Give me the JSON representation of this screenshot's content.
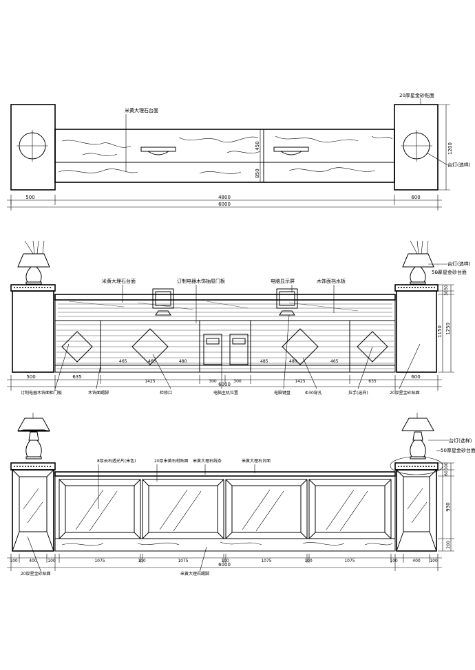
{
  "plan": {
    "labels": {
      "marble_top": "米黄大理石台面",
      "granite_side": "20厚星金砂贴面",
      "lamp": "台灯(选样)"
    },
    "dims_bottom": [
      "500",
      "4800",
      "600"
    ],
    "total": "6000",
    "dims_right": [
      "450",
      "1200",
      "850"
    ]
  },
  "front": {
    "labels": {
      "lamp": "台灯(选样)",
      "granite_top": "50厚星金砂台面",
      "marble_top": "米黄大理石台面",
      "custom_door": "订制电器木饰抽屉门板",
      "monitor": "电脑显示屏",
      "wood_baseboard_top": "木饰面挡水板"
    },
    "bottom_labels": [
      "订制电器木饰面柜门板",
      "木饰面踢脚",
      "检修口",
      "电脑主机位置",
      "电脑键盘",
      "Ф30穿孔",
      "拉手(选样)",
      "20厚星金砂贴面"
    ],
    "dims_bottom": [
      "500",
      "635",
      "1425",
      "300",
      "300",
      "1425",
      "635",
      "600"
    ],
    "inner_dims": [
      "465",
      "465",
      "480",
      "485",
      "480",
      "465"
    ],
    "total": "6000",
    "dims_right": [
      "50",
      "30",
      "1150",
      "1250"
    ]
  },
  "rear": {
    "labels": {
      "stone": "8厚云石透光片(米色)",
      "frame": "20厚米黄石材贴面",
      "edge1": "米黄大理石线条",
      "edge2": "米黄大理石台面",
      "lamp": "台灯(选样)",
      "granite_top": "50厚星金砂台面"
    },
    "dims_bottom": [
      "100",
      "400",
      "100",
      "1075",
      "100",
      "1075",
      "100",
      "1075",
      "100",
      "1075",
      "100",
      "400",
      "100"
    ],
    "total": "6000",
    "bottom_labels": [
      "20厚星金砂贴面",
      "米黄大理石踢脚"
    ],
    "dims_right": [
      "100",
      "60",
      "930",
      "200"
    ]
  }
}
